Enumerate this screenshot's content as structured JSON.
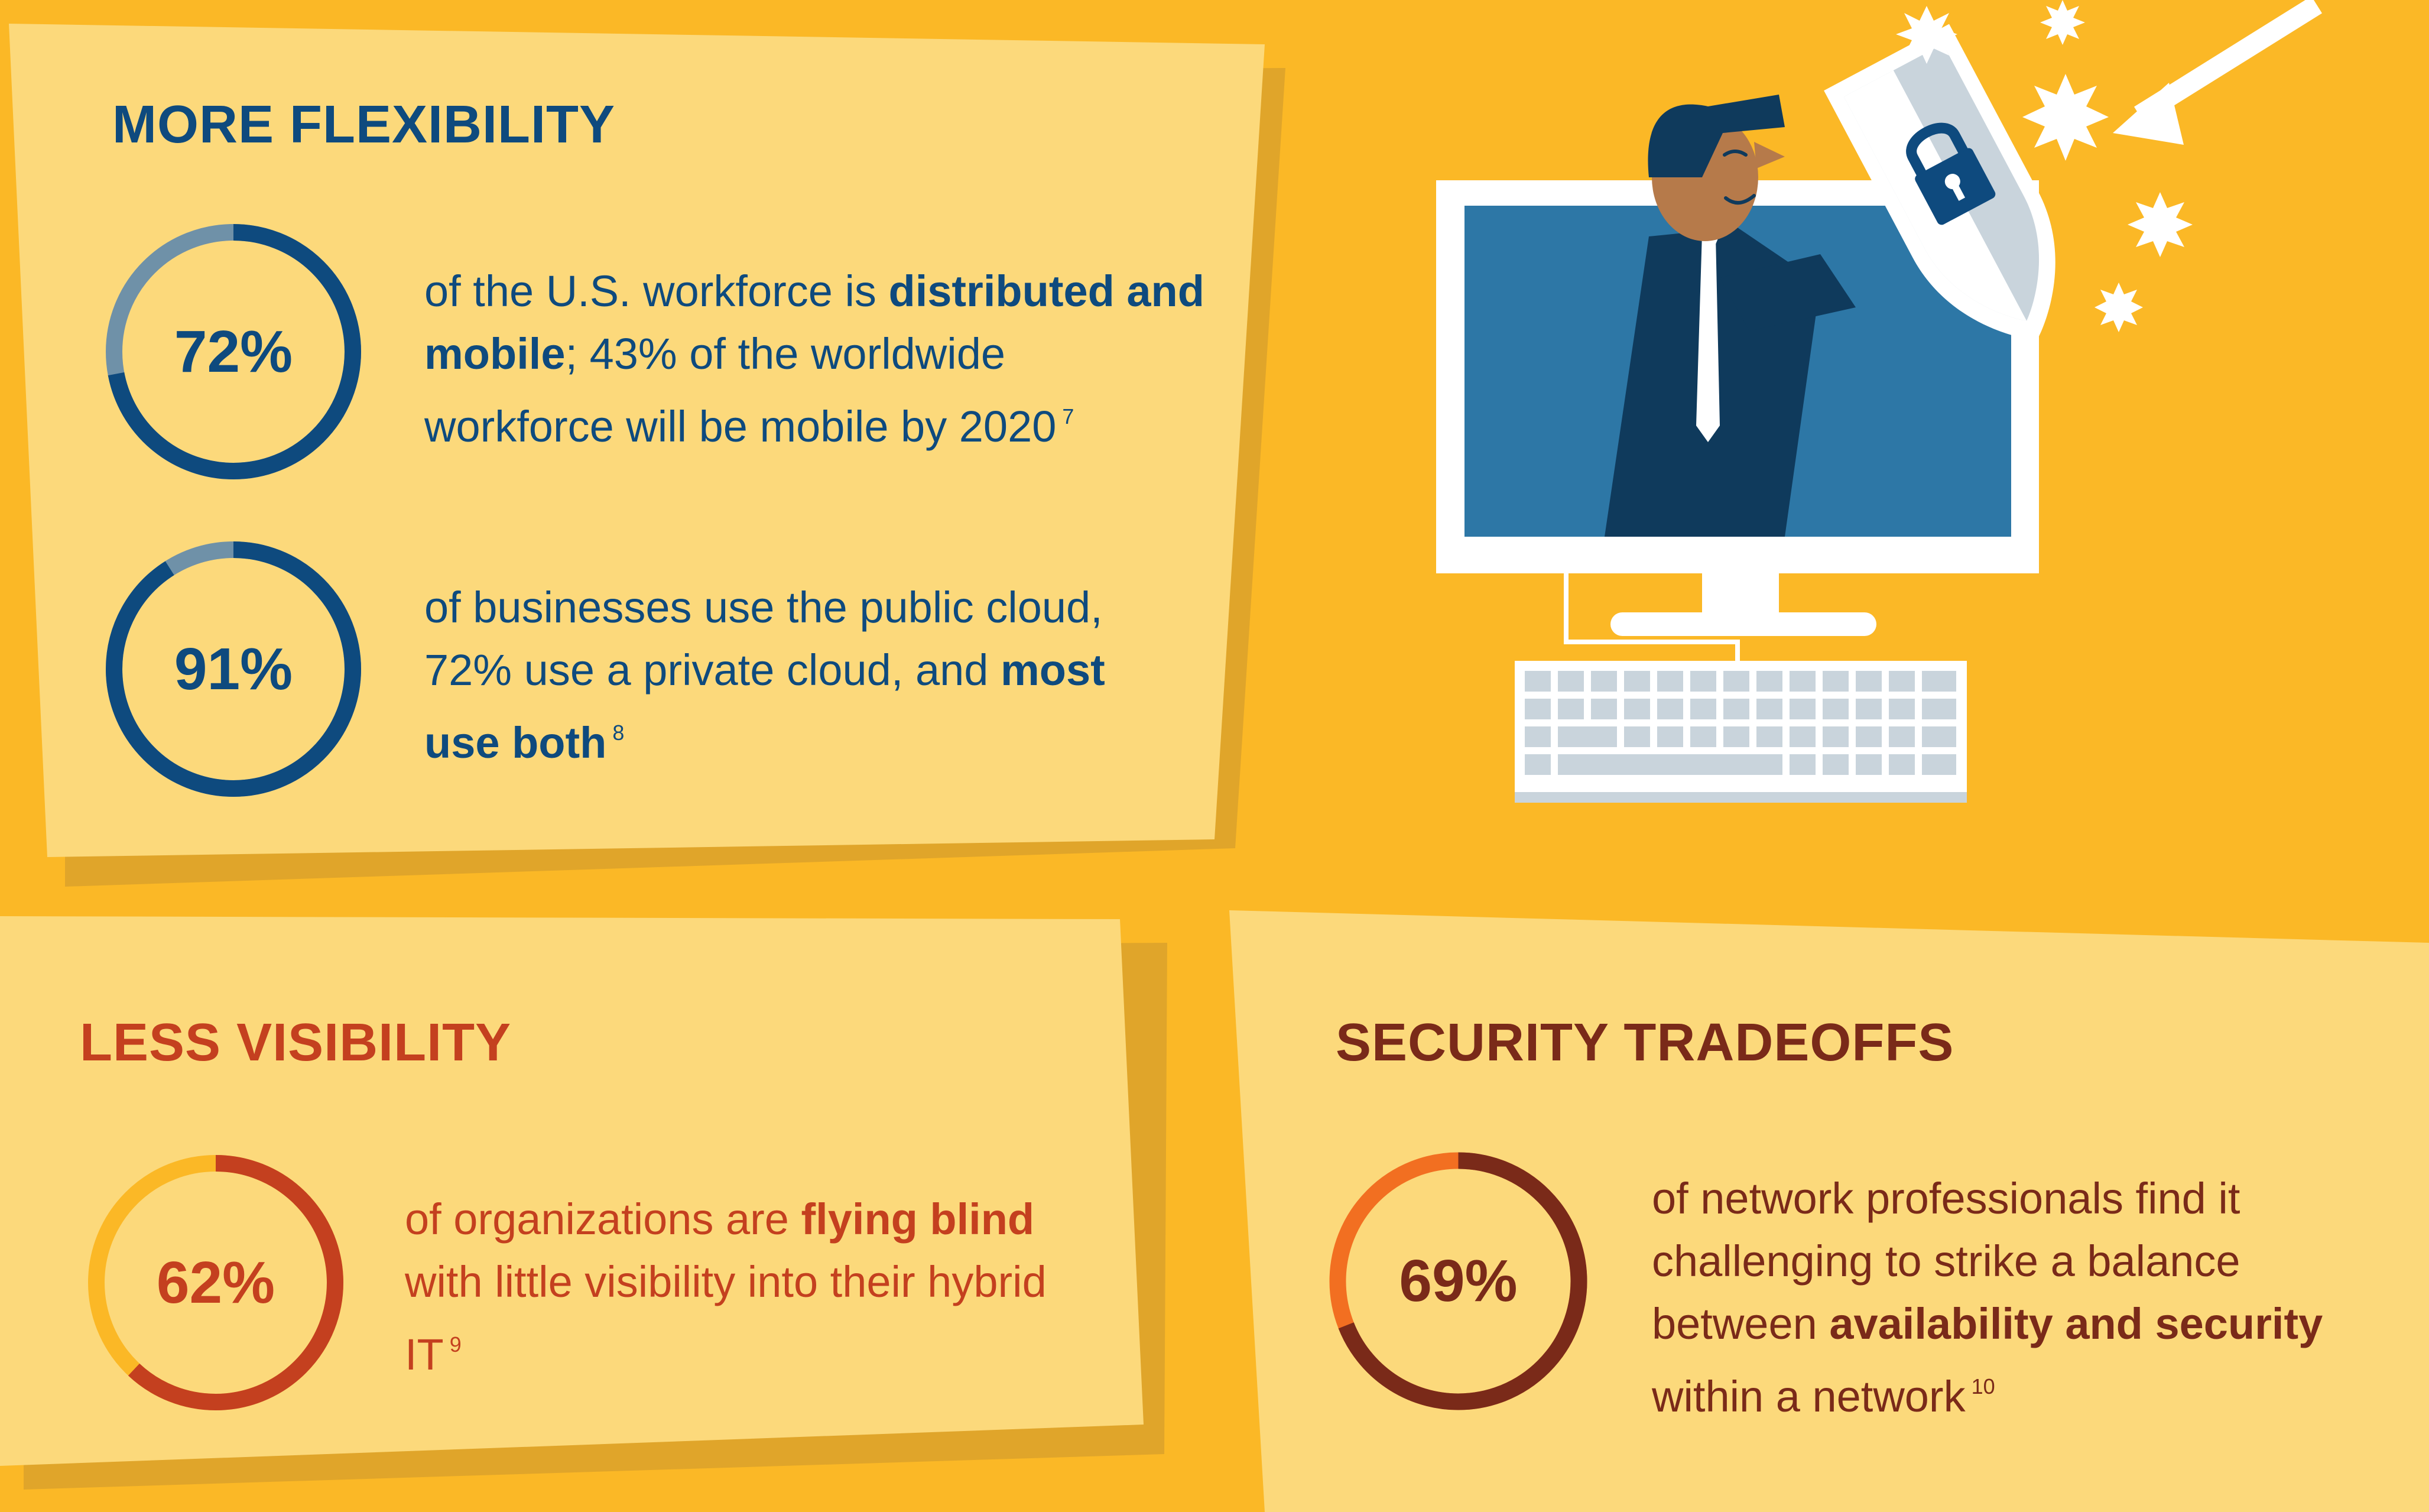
{
  "sections": {
    "flexibility": {
      "heading": "MORE FLEXIBILITY",
      "stats": [
        {
          "percent_label": "72%",
          "value": 72,
          "text_1": "of the U.S. workforce is ",
          "bold_1": "distributed and mobile",
          "text_2": "; 43% of the worldwide workforce will be mobile by 2020",
          "footnote": "7"
        },
        {
          "percent_label": "91%",
          "value": 91,
          "text_1": "of businesses use the public cloud, 72% use a private cloud, and ",
          "bold_1": "most use both",
          "footnote": "8"
        }
      ]
    },
    "visibility": {
      "heading": "LESS VISIBILITY",
      "stat": {
        "percent_label": "62%",
        "value": 62,
        "text_1": "of organizations are ",
        "bold_1": "flying blind",
        "text_2": " with little visibility into their hybrid IT",
        "footnote": "9"
      }
    },
    "tradeoffs": {
      "heading": "SECURITY TRADEOFFS",
      "stat": {
        "percent_label": "69%",
        "value": 69,
        "text_1": "of network professionals find it challenging to strike a balance between ",
        "bold_1": "availability and security",
        "text_2": " within a network",
        "footnote": "10"
      }
    }
  },
  "colors": {
    "background": "#fbb826",
    "card": "#fcd97b",
    "card_shadow": "#e0a52a",
    "blue_dark": "#0e4a7e",
    "blue_light": "#6f91a8",
    "red": "#c4401f",
    "yellow_ring": "#fbb826",
    "maroon": "#7a2a19",
    "orange": "#f26f21"
  },
  "icons": {
    "illustration": "businessman-with-shield-icon",
    "lock": "padlock-icon",
    "arrow": "incoming-arrow-icon"
  }
}
